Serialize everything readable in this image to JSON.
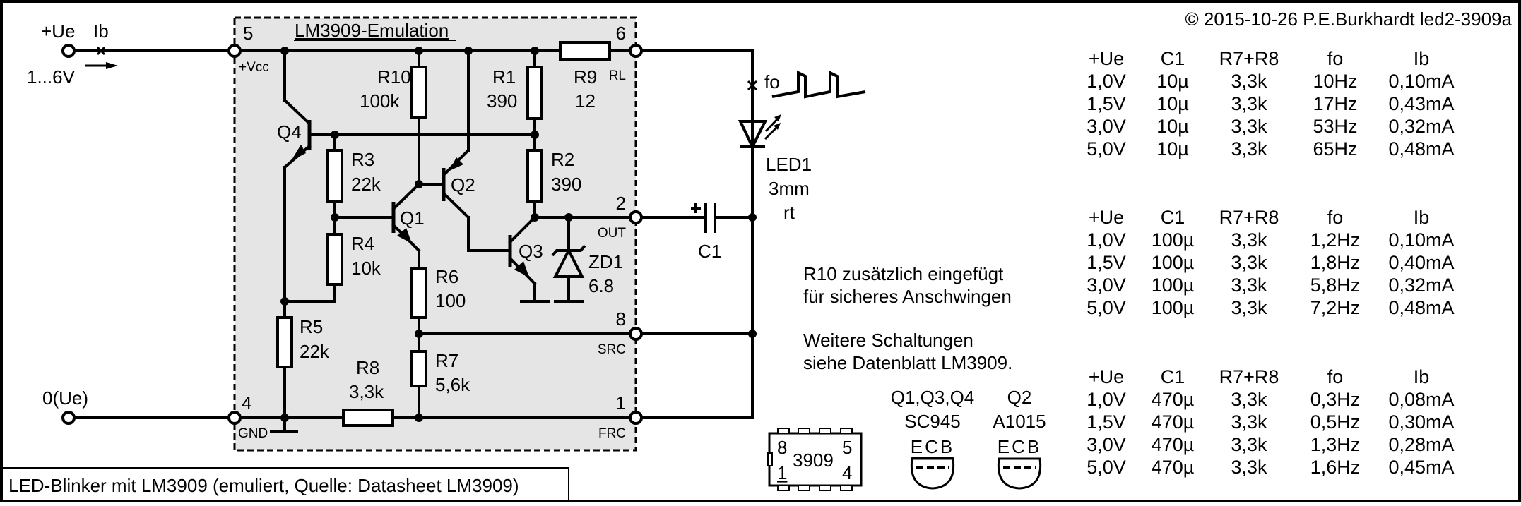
{
  "copyright": "© 2015-10-26 P.E.Burkhardt led2-3909a",
  "caption": "LED-Blinker mit LM3909 (emuliert, Quelle: Datasheet LM3909)",
  "colors": {
    "ic_fill": "#e5e5e5",
    "line": "#000000",
    "background": "#ffffff"
  },
  "input": {
    "plus_label": "+Ue",
    "current_label": "Ib",
    "voltage_range": "1...6V",
    "ground_label": "0(Ue)"
  },
  "ic": {
    "title": "LM3909-Emulation",
    "pins": [
      {
        "number": "5",
        "name": "+Vcc"
      },
      {
        "number": "6",
        "name": "RL"
      },
      {
        "number": "2",
        "name": "OUT"
      },
      {
        "number": "8",
        "name": "SRC"
      },
      {
        "number": "1",
        "name": "FRC"
      },
      {
        "number": "4",
        "name": "GND"
      }
    ]
  },
  "components": {
    "R10": {
      "name": "R10",
      "value": "100k"
    },
    "R1": {
      "name": "R1",
      "value": "390"
    },
    "R9": {
      "name": "R9",
      "value": "12"
    },
    "R2": {
      "name": "R2",
      "value": "390"
    },
    "R3": {
      "name": "R3",
      "value": "22k"
    },
    "R4": {
      "name": "R4",
      "value": "10k"
    },
    "R5": {
      "name": "R5",
      "value": "22k"
    },
    "R6": {
      "name": "R6",
      "value": "100"
    },
    "R7": {
      "name": "R7",
      "value": "5,6k"
    },
    "R8": {
      "name": "R8",
      "value": "3,3k"
    },
    "Q1": {
      "name": "Q1"
    },
    "Q2": {
      "name": "Q2"
    },
    "Q3": {
      "name": "Q3"
    },
    "Q4": {
      "name": "Q4"
    },
    "ZD1": {
      "name": "ZD1",
      "value": "6.8"
    },
    "C1": {
      "name": "C1",
      "polarity": "+"
    },
    "LED1": {
      "name": "LED1",
      "size": "3mm",
      "color": "rt"
    },
    "fo_label": "fo"
  },
  "notes": [
    "R10 zusätzlich eingefügt",
    "für sicheres Anschwingen",
    "Weitere Schaltungen",
    "siehe Datenblatt LM3909."
  ],
  "packages": {
    "dip": {
      "label": "3909",
      "pin_tl": "8",
      "pin_bl": "1",
      "pin_tr": "5",
      "pin_br": "4"
    },
    "to92_a": {
      "parts": "Q1,Q3,Q4",
      "type": "SC945",
      "pinout": "ECB"
    },
    "to92_b": {
      "parts": "Q2",
      "type": "A1015",
      "pinout": "ECB"
    }
  },
  "tables": [
    {
      "headers": [
        "+Ue",
        "C1",
        "R7+R8",
        "fo",
        "Ib"
      ],
      "rows": [
        [
          "1,0V",
          "10µ",
          "3,3k",
          "10Hz",
          "0,10mA"
        ],
        [
          "1,5V",
          "10µ",
          "3,3k",
          "17Hz",
          "0,43mA"
        ],
        [
          "3,0V",
          "10µ",
          "3,3k",
          "53Hz",
          "0,32mA"
        ],
        [
          "5,0V",
          "10µ",
          "3,3k",
          "65Hz",
          "0,48mA"
        ]
      ]
    },
    {
      "headers": [
        "+Ue",
        "C1",
        "R7+R8",
        "fo",
        "Ib"
      ],
      "rows": [
        [
          "1,0V",
          "100µ",
          "3,3k",
          "1,2Hz",
          "0,10mA"
        ],
        [
          "1,5V",
          "100µ",
          "3,3k",
          "1,8Hz",
          "0,40mA"
        ],
        [
          "3,0V",
          "100µ",
          "3,3k",
          "5,8Hz",
          "0,32mA"
        ],
        [
          "5,0V",
          "100µ",
          "3,3k",
          "7,2Hz",
          "0,48mA"
        ]
      ]
    },
    {
      "headers": [
        "+Ue",
        "C1",
        "R7+R8",
        "fo",
        "Ib"
      ],
      "rows": [
        [
          "1,0V",
          "470µ",
          "3,3k",
          "0,3Hz",
          "0,08mA"
        ],
        [
          "1,5V",
          "470µ",
          "3,3k",
          "0,5Hz",
          "0,30mA"
        ],
        [
          "3,0V",
          "470µ",
          "3,3k",
          "1,3Hz",
          "0,28mA"
        ],
        [
          "5,0V",
          "470µ",
          "3,3k",
          "1,6Hz",
          "0,45mA"
        ]
      ]
    }
  ]
}
